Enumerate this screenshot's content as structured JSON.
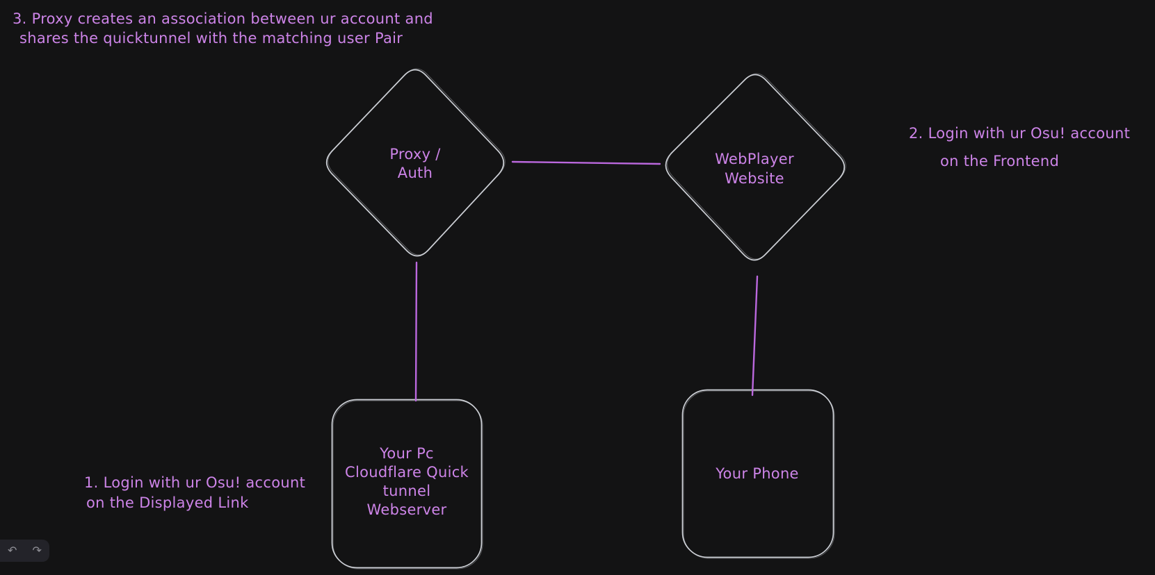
{
  "canvas": {
    "background": "#131314",
    "shape_stroke": "#cdd0d6",
    "text_color": "#cd84e8",
    "connector_color": "#bb68de",
    "panel_bg": "#232329",
    "panel_icon_color": "#8f8f96"
  },
  "annotations": {
    "step3": {
      "lines": [
        "3. Proxy creates an association between ur account and",
        "shares the quicktunnel with the matching user Pair"
      ]
    },
    "step2": {
      "lines": [
        "2. Login with ur Osu! account",
        "on the Frontend"
      ]
    },
    "step1": {
      "lines": [
        "1. Login with ur Osu! account",
        "on the Displayed Link"
      ]
    }
  },
  "nodes": {
    "proxy_auth": {
      "shape": "diamond",
      "lines": [
        "Proxy /",
        "Auth"
      ]
    },
    "webplayer": {
      "shape": "diamond",
      "lines": [
        "WebPlayer",
        "Website"
      ]
    },
    "pc_webserver": {
      "shape": "rectangle",
      "lines": [
        "Your Pc",
        "Cloudflare Quick",
        "tunnel",
        "Webserver"
      ]
    },
    "phone": {
      "shape": "rectangle",
      "lines": [
        "Your Phone"
      ]
    }
  },
  "connectors": [
    {
      "from": "proxy_auth",
      "to": "webplayer"
    },
    {
      "from": "proxy_auth",
      "to": "pc_webserver"
    },
    {
      "from": "webplayer",
      "to": "phone"
    }
  ],
  "toolbar": {
    "undo_icon": "↶",
    "redo_icon": "↷"
  }
}
